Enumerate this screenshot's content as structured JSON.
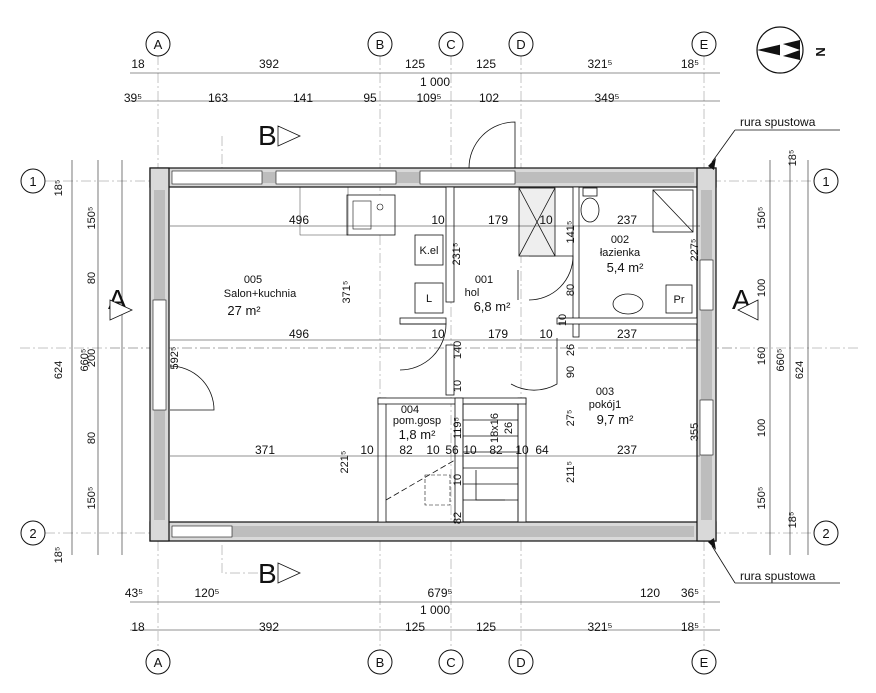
{
  "axes_top": [
    "A",
    "B",
    "C",
    "D",
    "E"
  ],
  "axes_side": [
    "1",
    "2"
  ],
  "north_label": "N",
  "dims_top_row1": [
    "18",
    "392",
    "125",
    "125",
    "321⁵",
    "18⁵"
  ],
  "dims_top_total": "1 000",
  "dims_top_row2": [
    "39⁵",
    "163",
    "141",
    "95",
    "109⁵",
    "102",
    "349⁵"
  ],
  "dims_bottom_row1": [
    "43⁵",
    "120⁵",
    "679⁵",
    "120",
    "36⁵"
  ],
  "dims_bottom_total": "1 000",
  "dims_bottom_row2": [
    "18",
    "392",
    "125",
    "125",
    "321⁵",
    "18⁵"
  ],
  "dims_left_outer": [
    "624"
  ],
  "dims_left_mid": [
    "660⁵"
  ],
  "dims_left_inner": [
    "18⁵",
    "150⁵",
    "80",
    "200",
    "80",
    "150⁵",
    "18⁵"
  ],
  "dims_right_inner": [
    "18⁵",
    "150⁵",
    "100",
    "160",
    "100",
    "150⁵",
    "18⁵"
  ],
  "dims_right_mid": [
    "660⁵"
  ],
  "dims_right_outer": [
    "624"
  ],
  "section_labels": [
    "A",
    "A",
    "B",
    "B"
  ],
  "notes": {
    "downpipe_top": "rura spustowa",
    "downpipe_bottom": "rura spustowa"
  },
  "rooms": [
    {
      "num": "005",
      "name": "Salon+kuchnia",
      "area": "27 m²"
    },
    {
      "num": "001",
      "name": "hol",
      "area": "6,8 m²"
    },
    {
      "num": "002",
      "name": "łazienka",
      "area": "5,4 m²"
    },
    {
      "num": "003",
      "name": "pokój1",
      "area": "9,7 m²"
    },
    {
      "num": "004",
      "name": "pom.gosp",
      "area": "1,8 m²"
    }
  ],
  "fixtures": {
    "fridge": "K.el",
    "cooker": "L",
    "washer": "Pr"
  },
  "inner_dims": {
    "row1": [
      "496",
      "10",
      "179",
      "10",
      "237"
    ],
    "row2": [
      "496",
      "10",
      "179",
      "10",
      "237"
    ],
    "row3": [
      "371",
      "10",
      "82",
      "10",
      "56",
      "10",
      "82",
      "10",
      "64",
      "237"
    ],
    "vertical": [
      "231⁵",
      "371⁵",
      "592⁵",
      "141⁵",
      "227⁵",
      "80",
      "10",
      "26",
      "90",
      "27⁵",
      "140",
      "10",
      "119⁵",
      "221⁵",
      "211⁵",
      "355",
      "10",
      "82"
    ],
    "stairs": [
      "18x16",
      "26"
    ]
  }
}
